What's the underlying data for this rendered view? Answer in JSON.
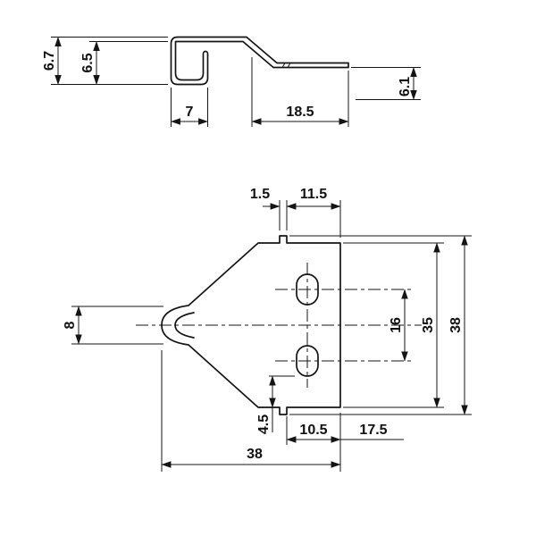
{
  "colors": {
    "background": "#ffffff",
    "line": "#141414"
  },
  "top_view": {
    "dims": {
      "height_outer": "6.7",
      "height_inner": "6.5",
      "hook_width": "7",
      "arm_length": "18.5",
      "arm_height": "6.1"
    }
  },
  "front_view": {
    "dims": {
      "tab_width": "1.5",
      "tab_to_edge": "11.5",
      "tip_height": "8",
      "slot_pitch": "16",
      "body_height": "35",
      "overall_height": "38",
      "slot_to_bottom": "4.5",
      "tab_to_right": "10.5",
      "body_width": "17.5",
      "overall_width": "38"
    }
  }
}
